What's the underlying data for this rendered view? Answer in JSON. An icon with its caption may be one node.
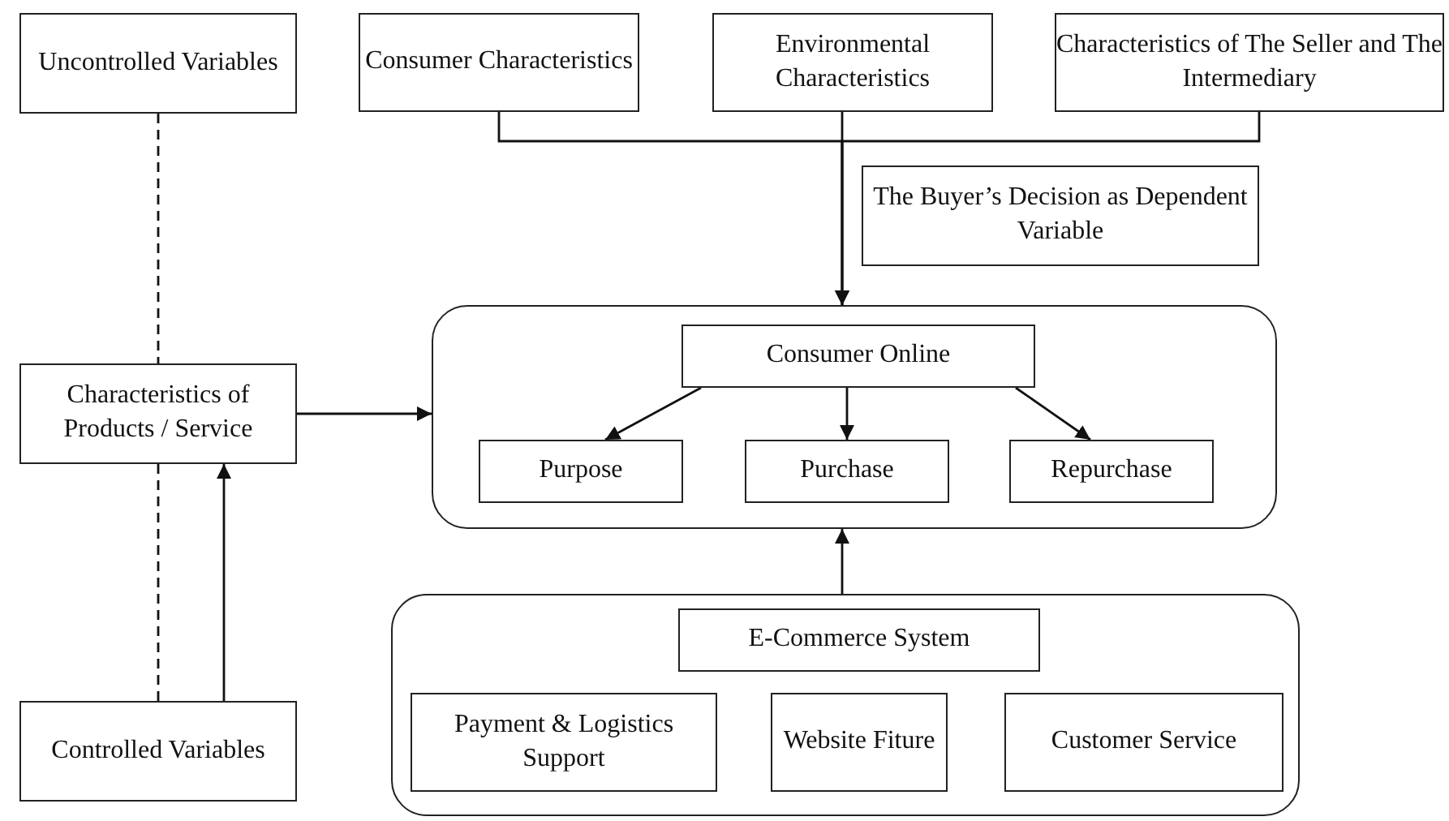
{
  "diagram": {
    "nodes": [
      {
        "text": [
          "Uncontrolled Variables"
        ]
      },
      {
        "text": [
          "Consumer Characteristics"
        ]
      },
      {
        "text": [
          "Environmental Characteristics"
        ]
      },
      {
        "text": [
          "Characteristics of The Seller and The Intermediary"
        ]
      },
      {
        "text": [
          "The Buyer’s Decision as Dependent Variable"
        ]
      },
      {
        "text": [],
        "shape": "box"
      },
      {
        "text": [
          "Consumer Online"
        ],
        "in": 5
      },
      {
        "text": [
          "Purpose"
        ],
        "in": 5
      },
      {
        "text": [
          "Purchase"
        ],
        "in": 5
      },
      {
        "text": [
          "Repurchase"
        ],
        "in": 5
      },
      {
        "text": [
          "Characteristics of Products / Service"
        ]
      },
      {
        "text": [],
        "shape": "box"
      },
      {
        "text": [
          "E-Commerce System"
        ],
        "in": 11
      },
      {
        "text": [
          "Payment & Logistics Support"
        ],
        "in": 11
      },
      {
        "text": [
          "Website Fiture"
        ],
        "in": 11
      },
      {
        "text": [
          "Customer Service"
        ],
        "in": 11
      },
      {
        "text": [
          "Controlled Variables"
        ]
      }
    ],
    "edges": [
      {
        "from": 0,
        "to": 10,
        "arrow": "none",
        "style": "dashed"
      },
      {
        "from": 10,
        "to": 16,
        "arrow": "none",
        "style": "dashed"
      },
      {
        "from": 1,
        "to": 5,
        "arrow": "to"
      },
      {
        "from": 2,
        "to": 5,
        "arrow": "to"
      },
      {
        "from": 3,
        "to": 5,
        "arrow": "to"
      },
      {
        "from": 10,
        "to": 5,
        "arrow": "to"
      },
      {
        "from": 6,
        "to": 7,
        "arrow": "to"
      },
      {
        "from": 6,
        "to": 8,
        "arrow": "to"
      },
      {
        "from": 6,
        "to": 9,
        "arrow": "to"
      },
      {
        "from": 11,
        "to": 5,
        "arrow": "to"
      },
      {
        "from": 16,
        "to": 10,
        "arrow": "to"
      }
    ]
  }
}
